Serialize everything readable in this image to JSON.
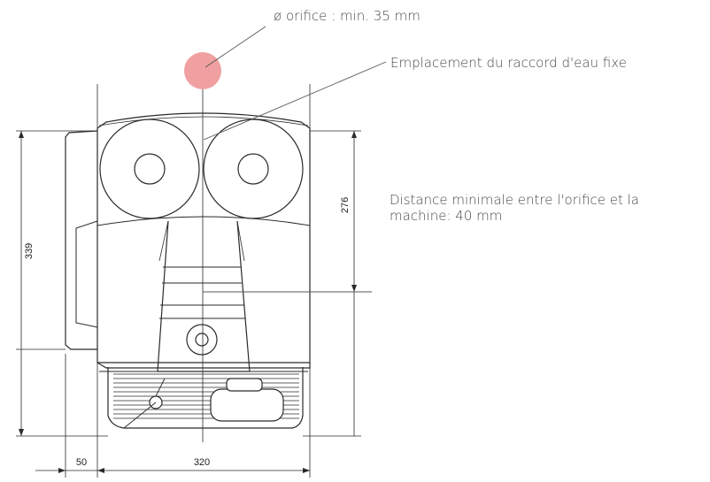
{
  "annotations": {
    "orifice_note": "ø orifice : min. 35 mm",
    "water_note": "Emplacement du raccord d'eau fixe",
    "distance_note_line1": "Distance minimale entre l'orifice et la",
    "distance_note_line2": "machine: 40 mm"
  },
  "dimensions": {
    "total_height": "339",
    "head_height": "276",
    "side_offset": "50",
    "width": "320"
  },
  "colors": {
    "orifice_marker": "#f0a0a0",
    "drawing_line": "#2a2a2a"
  }
}
